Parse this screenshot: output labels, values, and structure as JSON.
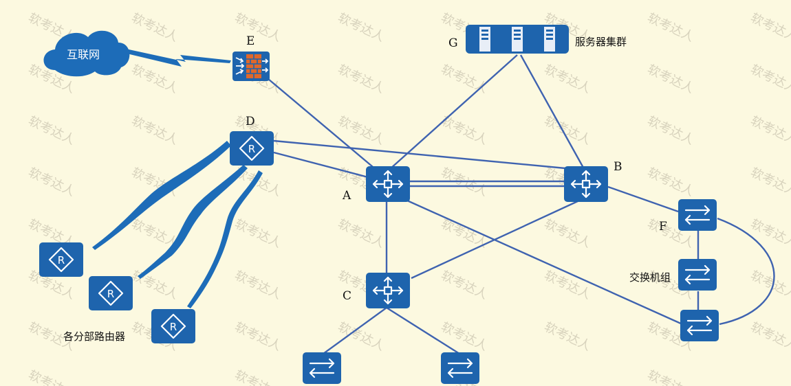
{
  "watermark": "软考达人",
  "internet": {
    "label": "互联网"
  },
  "devices": {
    "firewall": {
      "label": "E"
    },
    "core_router": {
      "label": "D"
    },
    "server_cluster": {
      "label": "G",
      "caption": "服务器集群"
    },
    "core_switch_a": {
      "label": "A"
    },
    "core_switch_b": {
      "label": "B"
    },
    "dist_switch_c": {
      "label": "C"
    },
    "switch_group": {
      "label": "F",
      "caption": "交换机组"
    },
    "branch_routers": {
      "caption": "各分部路由器"
    }
  },
  "icons": {
    "router": "router-icon",
    "l3_switch": "layer3-switch-icon",
    "l2_switch": "switch-icon",
    "firewall": "firewall-icon",
    "server": "server-icon",
    "cloud": "cloud-icon"
  },
  "colors": {
    "background": "#fcf9e0",
    "device": "#1e64ad",
    "link": "#3f63b0",
    "firewall_brick": "#e0682a"
  }
}
